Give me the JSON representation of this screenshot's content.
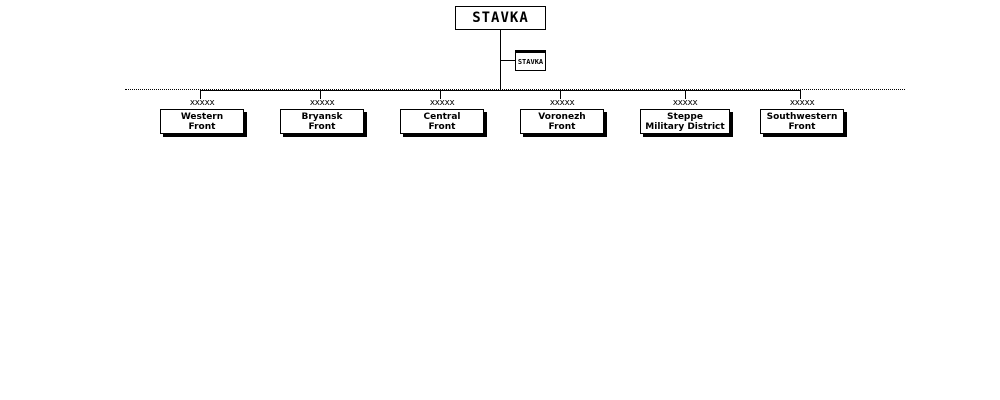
{
  "hq": {
    "name": "STAVKA",
    "small_label": "STAVKA"
  },
  "units": [
    {
      "echelon": "xxxxx",
      "line1": "Western",
      "line2": "Front"
    },
    {
      "echelon": "xxxxx",
      "line1": "Bryansk",
      "line2": "Front"
    },
    {
      "echelon": "xxxxx",
      "line1": "Central",
      "line2": "Front"
    },
    {
      "echelon": "xxxxx",
      "line1": "Voronezh",
      "line2": "Front"
    },
    {
      "echelon": "xxxxx",
      "line1": "Steppe",
      "line2": "Military District"
    },
    {
      "echelon": "xxxxx",
      "line1": "Southwestern",
      "line2": "Front"
    }
  ]
}
